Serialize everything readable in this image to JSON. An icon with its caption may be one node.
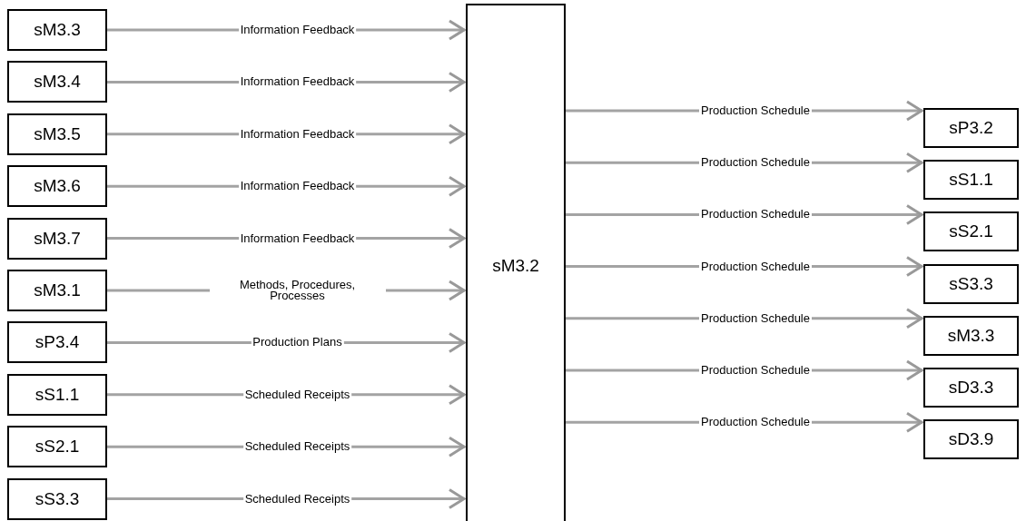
{
  "diagram": {
    "nodes": [
      {
        "text": [
          "sM3.3"
        ]
      },
      {
        "text": [
          "sM3.4"
        ]
      },
      {
        "text": [
          "sM3.5"
        ]
      },
      {
        "text": [
          "sM3.6"
        ]
      },
      {
        "text": [
          "sM3.7"
        ]
      },
      {
        "text": [
          "sM3.1"
        ]
      },
      {
        "text": [
          "sP3.4"
        ]
      },
      {
        "text": [
          "sS1.1"
        ]
      },
      {
        "text": [
          "sS2.1"
        ]
      },
      {
        "text": [
          "sS3.3"
        ]
      },
      {
        "text": [
          "sM3.2"
        ]
      },
      {
        "text": [
          "sP3.2"
        ]
      },
      {
        "text": [
          "sS1.1"
        ]
      },
      {
        "text": [
          "sS2.1"
        ]
      },
      {
        "text": [
          "sS3.3"
        ]
      },
      {
        "text": [
          "sM3.3"
        ]
      },
      {
        "text": [
          "sD3.3"
        ]
      },
      {
        "text": [
          "sD3.9"
        ]
      }
    ],
    "edges": [
      {
        "from": 0,
        "to": 10,
        "arrow": "to",
        "label": "Information Feedback"
      },
      {
        "from": 1,
        "to": 10,
        "arrow": "to",
        "label": "Information Feedback"
      },
      {
        "from": 2,
        "to": 10,
        "arrow": "to",
        "label": "Information Feedback"
      },
      {
        "from": 3,
        "to": 10,
        "arrow": "to",
        "label": "Information Feedback"
      },
      {
        "from": 4,
        "to": 10,
        "arrow": "to",
        "label": "Information Feedback"
      },
      {
        "from": 5,
        "to": 10,
        "arrow": "to",
        "label": "Methods, Procedures, Processes"
      },
      {
        "from": 6,
        "to": 10,
        "arrow": "to",
        "label": "Production Plans"
      },
      {
        "from": 7,
        "to": 10,
        "arrow": "to",
        "label": "Scheduled Receipts"
      },
      {
        "from": 8,
        "to": 10,
        "arrow": "to",
        "label": "Scheduled Receipts"
      },
      {
        "from": 9,
        "to": 10,
        "arrow": "to",
        "label": "Scheduled Receipts"
      },
      {
        "from": 10,
        "to": 11,
        "arrow": "to",
        "label": "Production Schedule"
      },
      {
        "from": 10,
        "to": 12,
        "arrow": "to",
        "label": "Production Schedule"
      },
      {
        "from": 10,
        "to": 13,
        "arrow": "to",
        "label": "Production Schedule"
      },
      {
        "from": 10,
        "to": 14,
        "arrow": "to",
        "label": "Production Schedule"
      },
      {
        "from": 10,
        "to": 15,
        "arrow": "to",
        "label": "Production Schedule"
      },
      {
        "from": 10,
        "to": 16,
        "arrow": "to",
        "label": "Production Schedule"
      },
      {
        "from": 10,
        "to": 17,
        "arrow": "to",
        "label": "Production Schedule"
      }
    ]
  }
}
